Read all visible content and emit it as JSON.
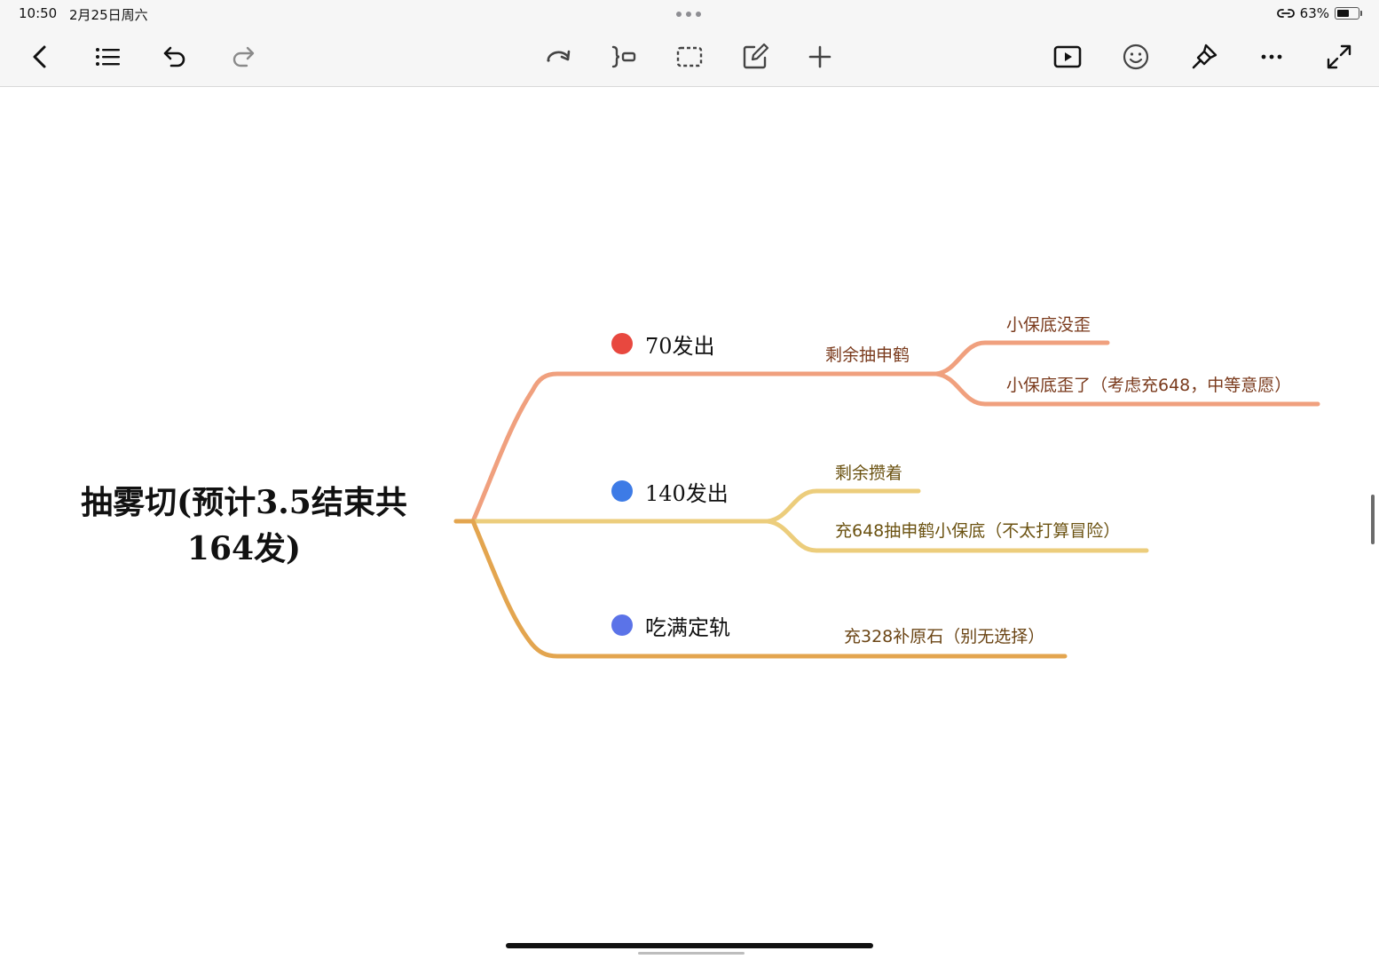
{
  "status_bar": {
    "time": "10:50",
    "date": "2月25日周六",
    "battery_text": "63%",
    "battery_level": 0.63
  },
  "toolbar": {
    "left_icons": [
      "back-icon",
      "outline-list-icon",
      "undo-icon",
      "redo-icon"
    ],
    "center_icons": [
      "rotate-icon",
      "subtopic-icon",
      "select-icon",
      "edit-icon",
      "add-icon"
    ],
    "right_icons": [
      "play-icon",
      "emoji-icon",
      "format-brush-icon",
      "more-icon",
      "fullscreen-icon"
    ]
  },
  "mindmap": {
    "root": "抽雾切(预计3.5结束共164发)",
    "root_line1": "抽雾切(预计3.5结束共",
    "root_line2": "164发)",
    "branches": [
      {
        "label": "70发出",
        "dot_color": "#e8483f",
        "line_color": "#f0a07e",
        "sub_label": "剩余抽申鹤",
        "leaves": [
          "小保底没歪",
          "小保底歪了（考虑充648，中等意愿）"
        ]
      },
      {
        "label": "140发出",
        "dot_color": "#3d7be6",
        "line_color": "#eccd7c",
        "leaves": [
          "剩余攒着",
          "充648抽申鹤小保底（不太打算冒险）"
        ]
      },
      {
        "label": "吃满定轨",
        "dot_color": "#5b73e8",
        "line_color": "#e3a54f",
        "leaves": [
          "充328补原石（别无选择）"
        ]
      }
    ],
    "text_colors": {
      "branch1_leaf": "#7a3a1c",
      "branch2_leaf": "#6b5211",
      "branch3_leaf": "#6b4515"
    }
  }
}
